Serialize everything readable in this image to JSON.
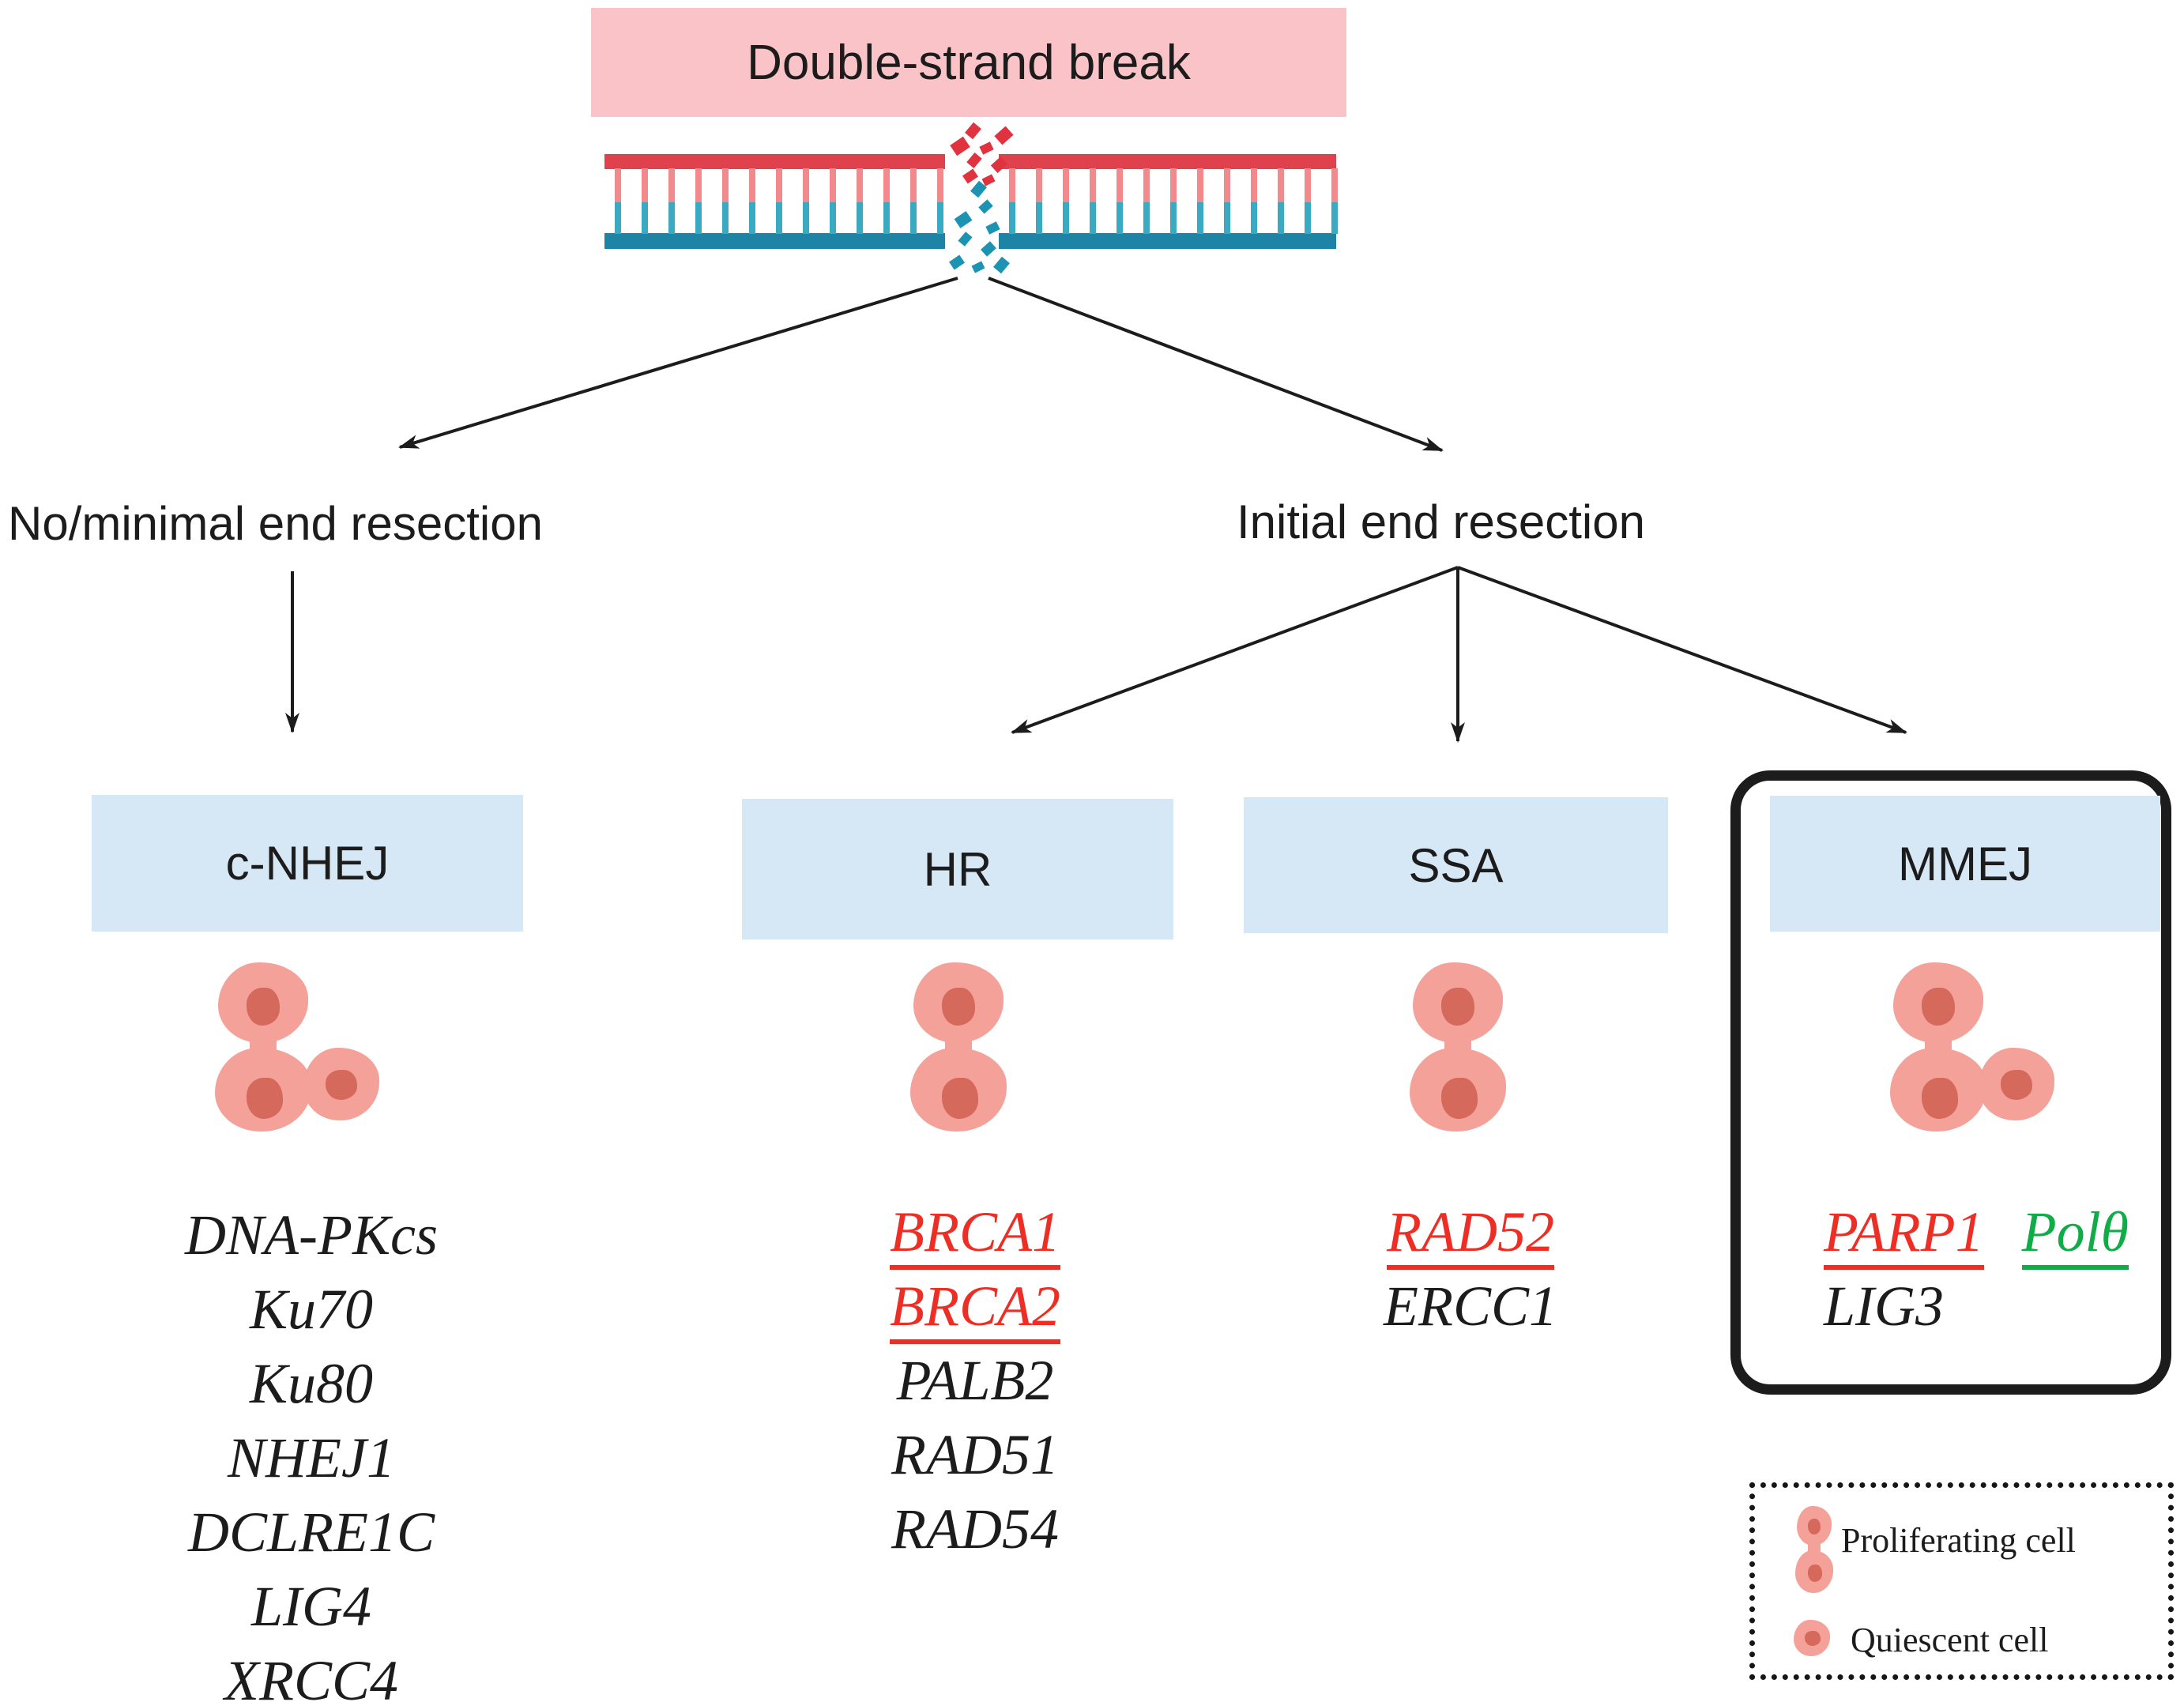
{
  "header": {
    "title": "Double-strand break"
  },
  "branch_labels": {
    "left": "No/minimal end resection",
    "right": "Initial end resection"
  },
  "pathways": [
    {
      "label": "c-NHEJ",
      "cells": [
        "proliferating",
        "quiescent"
      ],
      "genes": [
        {
          "label": "DNA-PKcs"
        },
        {
          "label": "Ku70"
        },
        {
          "label": "Ku80"
        },
        {
          "label": "NHEJ1"
        },
        {
          "label": "DCLRE1C"
        },
        {
          "label": "LIG4"
        },
        {
          "label": "XRCC4"
        }
      ]
    },
    {
      "label": "HR",
      "cells": [
        "proliferating"
      ],
      "genes": [
        {
          "label": "BRCA1",
          "highlight": "red-underline"
        },
        {
          "label": "BRCA2",
          "highlight": "red-underline"
        },
        {
          "label": "PALB2"
        },
        {
          "label": "RAD51"
        },
        {
          "label": "RAD54"
        }
      ]
    },
    {
      "label": "SSA",
      "cells": [
        "proliferating"
      ],
      "genes": [
        {
          "label": "RAD52",
          "highlight": "red-underline"
        },
        {
          "label": "ERCC1"
        }
      ]
    },
    {
      "label": "MMEJ",
      "highlighted_container": true,
      "cells": [
        "proliferating",
        "quiescent"
      ],
      "genes": [
        {
          "label": "PARP1",
          "highlight": "red-underline"
        },
        {
          "label": "Polθ",
          "highlight": "green-underline"
        },
        {
          "label": "LIG3"
        }
      ]
    }
  ],
  "legend": {
    "items": [
      {
        "icon": "proliferating-cell",
        "label": "Proliferating cell"
      },
      {
        "icon": "quiescent-cell",
        "label": "Quiescent cell"
      }
    ]
  },
  "colors": {
    "title_bg": "#f9c3c8",
    "pathway_header_bg": "#d6e7f5",
    "dna_top_strand": "#e0424d",
    "dna_top_rung": "#f2898d",
    "dna_bottom_rung": "#3aa9c2",
    "dna_bottom_strand": "#1e84a6",
    "fragment_red": "#e0323f",
    "fragment_teal": "#1d93b4",
    "gene_red": "#ee2e24",
    "gene_green": "#10ac47",
    "cell_body": "#f4a19a",
    "cell_nucleus": "#d5695c",
    "outline_black": "#1c1c1c"
  }
}
